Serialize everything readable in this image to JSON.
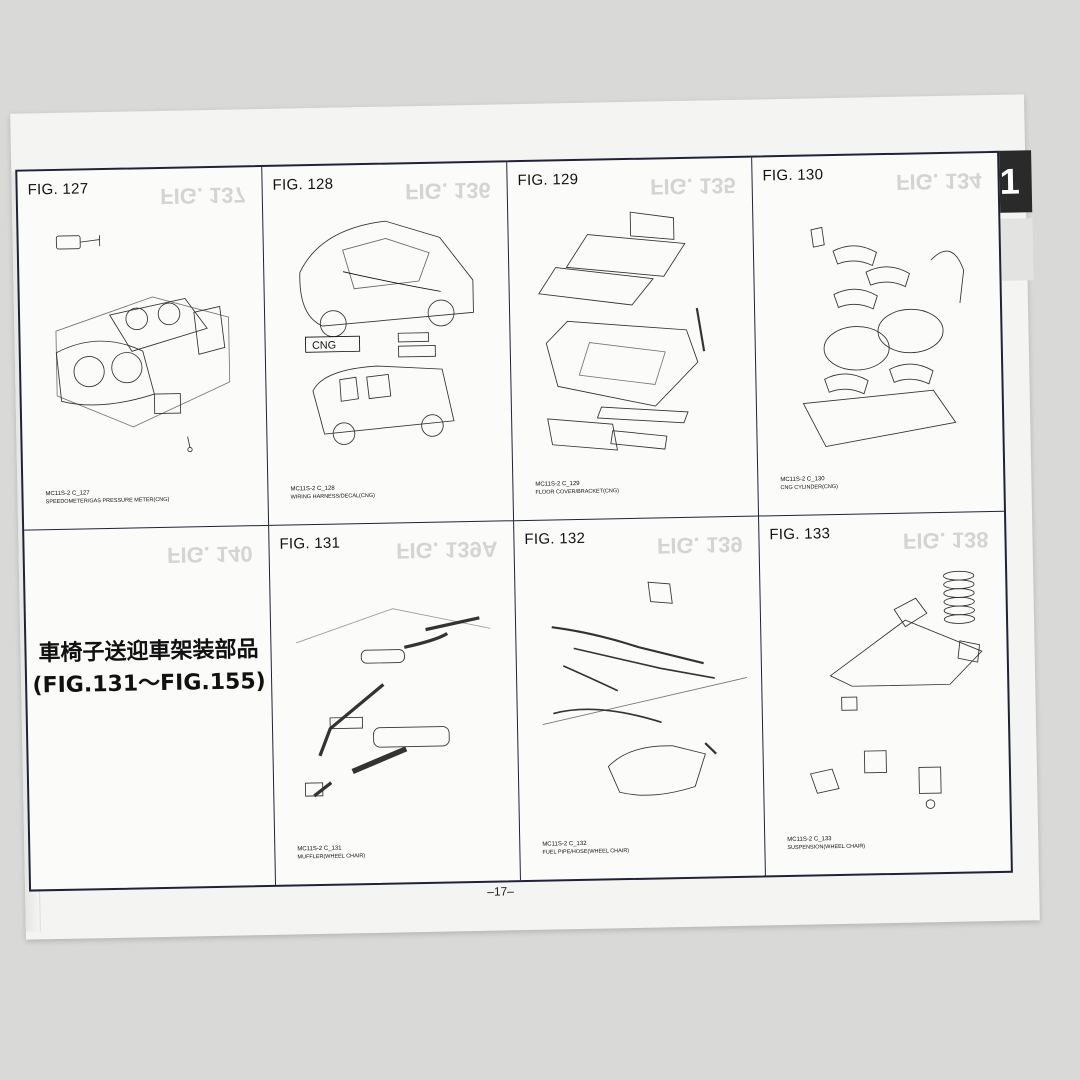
{
  "section_tab": "1",
  "page_number": "–17–",
  "figures": [
    {
      "title": "FIG. 127",
      "code": "MC11S-2 C_127",
      "caption": "SPEEDOMETER/GAS PRESSURE METER(CNG)"
    },
    {
      "title": "FIG. 128",
      "code": "MC11S-2 C_128",
      "caption": "WIRING HARNESS/DECAL(CNG)"
    },
    {
      "title": "FIG. 129",
      "code": "MC11S-2 C_129",
      "caption": "FLOOR COVER/BRACKET(CNG)"
    },
    {
      "title": "FIG. 130",
      "code": "MC11S-2 C_130",
      "caption": "CNG CYLINDER(CNG)"
    },
    {
      "title": "FIG. 131",
      "code": "MC11S-2 C_131",
      "caption": "MUFFLER(WHEEL CHAIR)"
    },
    {
      "title": "FIG. 132",
      "code": "MC11S-2 C_132",
      "caption": "FUEL PIPE/HOSE(WHEEL CHAIR)"
    },
    {
      "title": "FIG. 133",
      "code": "MC11S-2 C_133",
      "caption": "SUSPENSION(WHEEL CHAIR)"
    }
  ],
  "ghost_titles": [
    "FIG. 137",
    "FIG. 136",
    "FIG. 135",
    "FIG. 134",
    "FIG. 140",
    "FIG. 139A",
    "FIG. 139",
    "FIG. 138"
  ],
  "note": {
    "line1": "車椅子送迎車架装部品",
    "line2": "(FIG.131～FIG.155)"
  },
  "decal_text": "CNG"
}
